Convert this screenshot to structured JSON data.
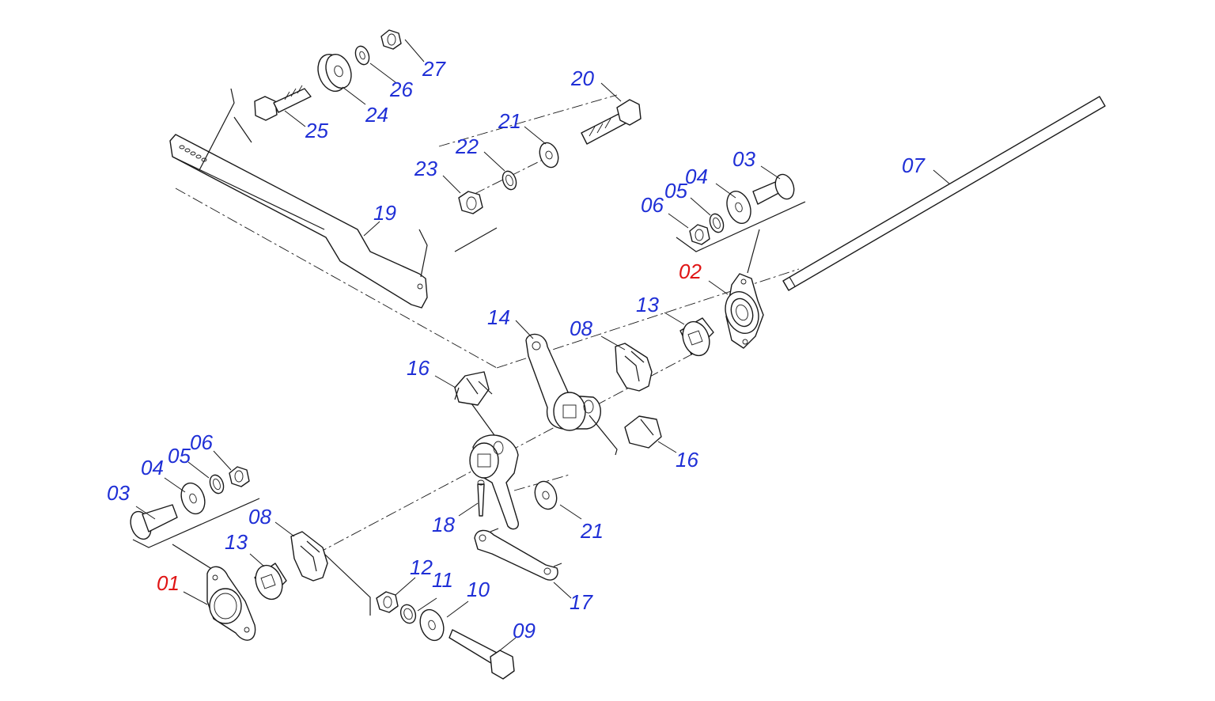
{
  "colors": {
    "label": "#1f2fd6",
    "highlight": "#e01515",
    "line": "#1a1a1a"
  },
  "labels": [
    {
      "text": "27",
      "color": "label"
    },
    {
      "text": "26",
      "color": "label"
    },
    {
      "text": "24",
      "color": "label"
    },
    {
      "text": "25",
      "color": "label"
    },
    {
      "text": "20",
      "color": "label"
    },
    {
      "text": "21",
      "color": "label"
    },
    {
      "text": "22",
      "color": "label"
    },
    {
      "text": "23",
      "color": "label"
    },
    {
      "text": "19",
      "color": "label"
    },
    {
      "text": "03",
      "color": "label"
    },
    {
      "text": "04",
      "color": "label"
    },
    {
      "text": "05",
      "color": "label"
    },
    {
      "text": "06",
      "color": "label"
    },
    {
      "text": "07",
      "color": "label"
    },
    {
      "text": "02",
      "color": "highlight"
    },
    {
      "text": "13",
      "color": "label"
    },
    {
      "text": "14",
      "color": "label"
    },
    {
      "text": "08",
      "color": "label"
    },
    {
      "text": "16",
      "color": "label"
    },
    {
      "text": "16",
      "color": "label"
    },
    {
      "text": "06",
      "color": "label"
    },
    {
      "text": "05",
      "color": "label"
    },
    {
      "text": "04",
      "color": "label"
    },
    {
      "text": "03",
      "color": "label"
    },
    {
      "text": "08",
      "color": "label"
    },
    {
      "text": "13",
      "color": "label"
    },
    {
      "text": "01",
      "color": "highlight"
    },
    {
      "text": "18",
      "color": "label"
    },
    {
      "text": "21",
      "color": "label"
    },
    {
      "text": "12",
      "color": "label"
    },
    {
      "text": "11",
      "color": "label"
    },
    {
      "text": "10",
      "color": "label"
    },
    {
      "text": "17",
      "color": "label"
    },
    {
      "text": "09",
      "color": "label"
    }
  ]
}
